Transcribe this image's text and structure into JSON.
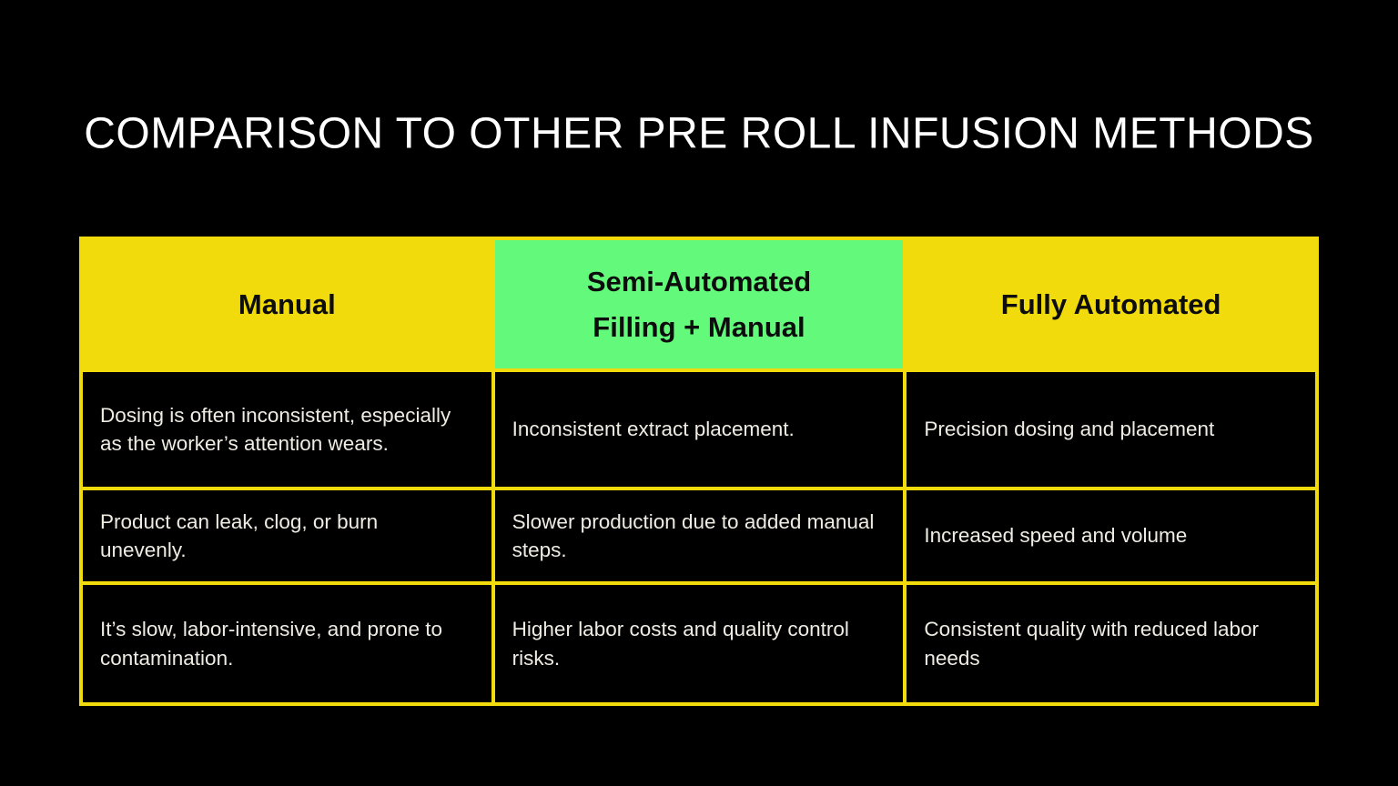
{
  "slide": {
    "title": "COMPARISON TO OTHER PRE ROLL INFUSION METHODS",
    "colors": {
      "background": "#000000",
      "title_text": "#FFFFFF",
      "table_border": "#F1DB0C",
      "header_yellow": "#F1DB0C",
      "header_green": "#63FA7B",
      "header_text": "#0D0D0D",
      "body_cell_background": "#000000",
      "body_text": "#EFECE3"
    },
    "table": {
      "columns": [
        {
          "label": "Manual",
          "header_bg": "#F1DB0C"
        },
        {
          "label": "Semi-Automated Filling + Manual",
          "header_bg": "#63FA7B"
        },
        {
          "label": "Fully Automated",
          "header_bg": "#F1DB0C"
        }
      ],
      "rows": [
        [
          "Dosing is often inconsistent, especially as the worker’s attention wears.",
          "Inconsistent extract placement.",
          "Precision dosing and placement"
        ],
        [
          "Product can leak, clog, or burn unevenly.",
          "Slower production due to added manual steps.",
          "Increased speed and volume"
        ],
        [
          "It’s slow, labor-intensive, and prone to contamination.",
          "Higher labor costs and quality control risks.",
          "Consistent quality with reduced labor needs"
        ]
      ]
    }
  }
}
